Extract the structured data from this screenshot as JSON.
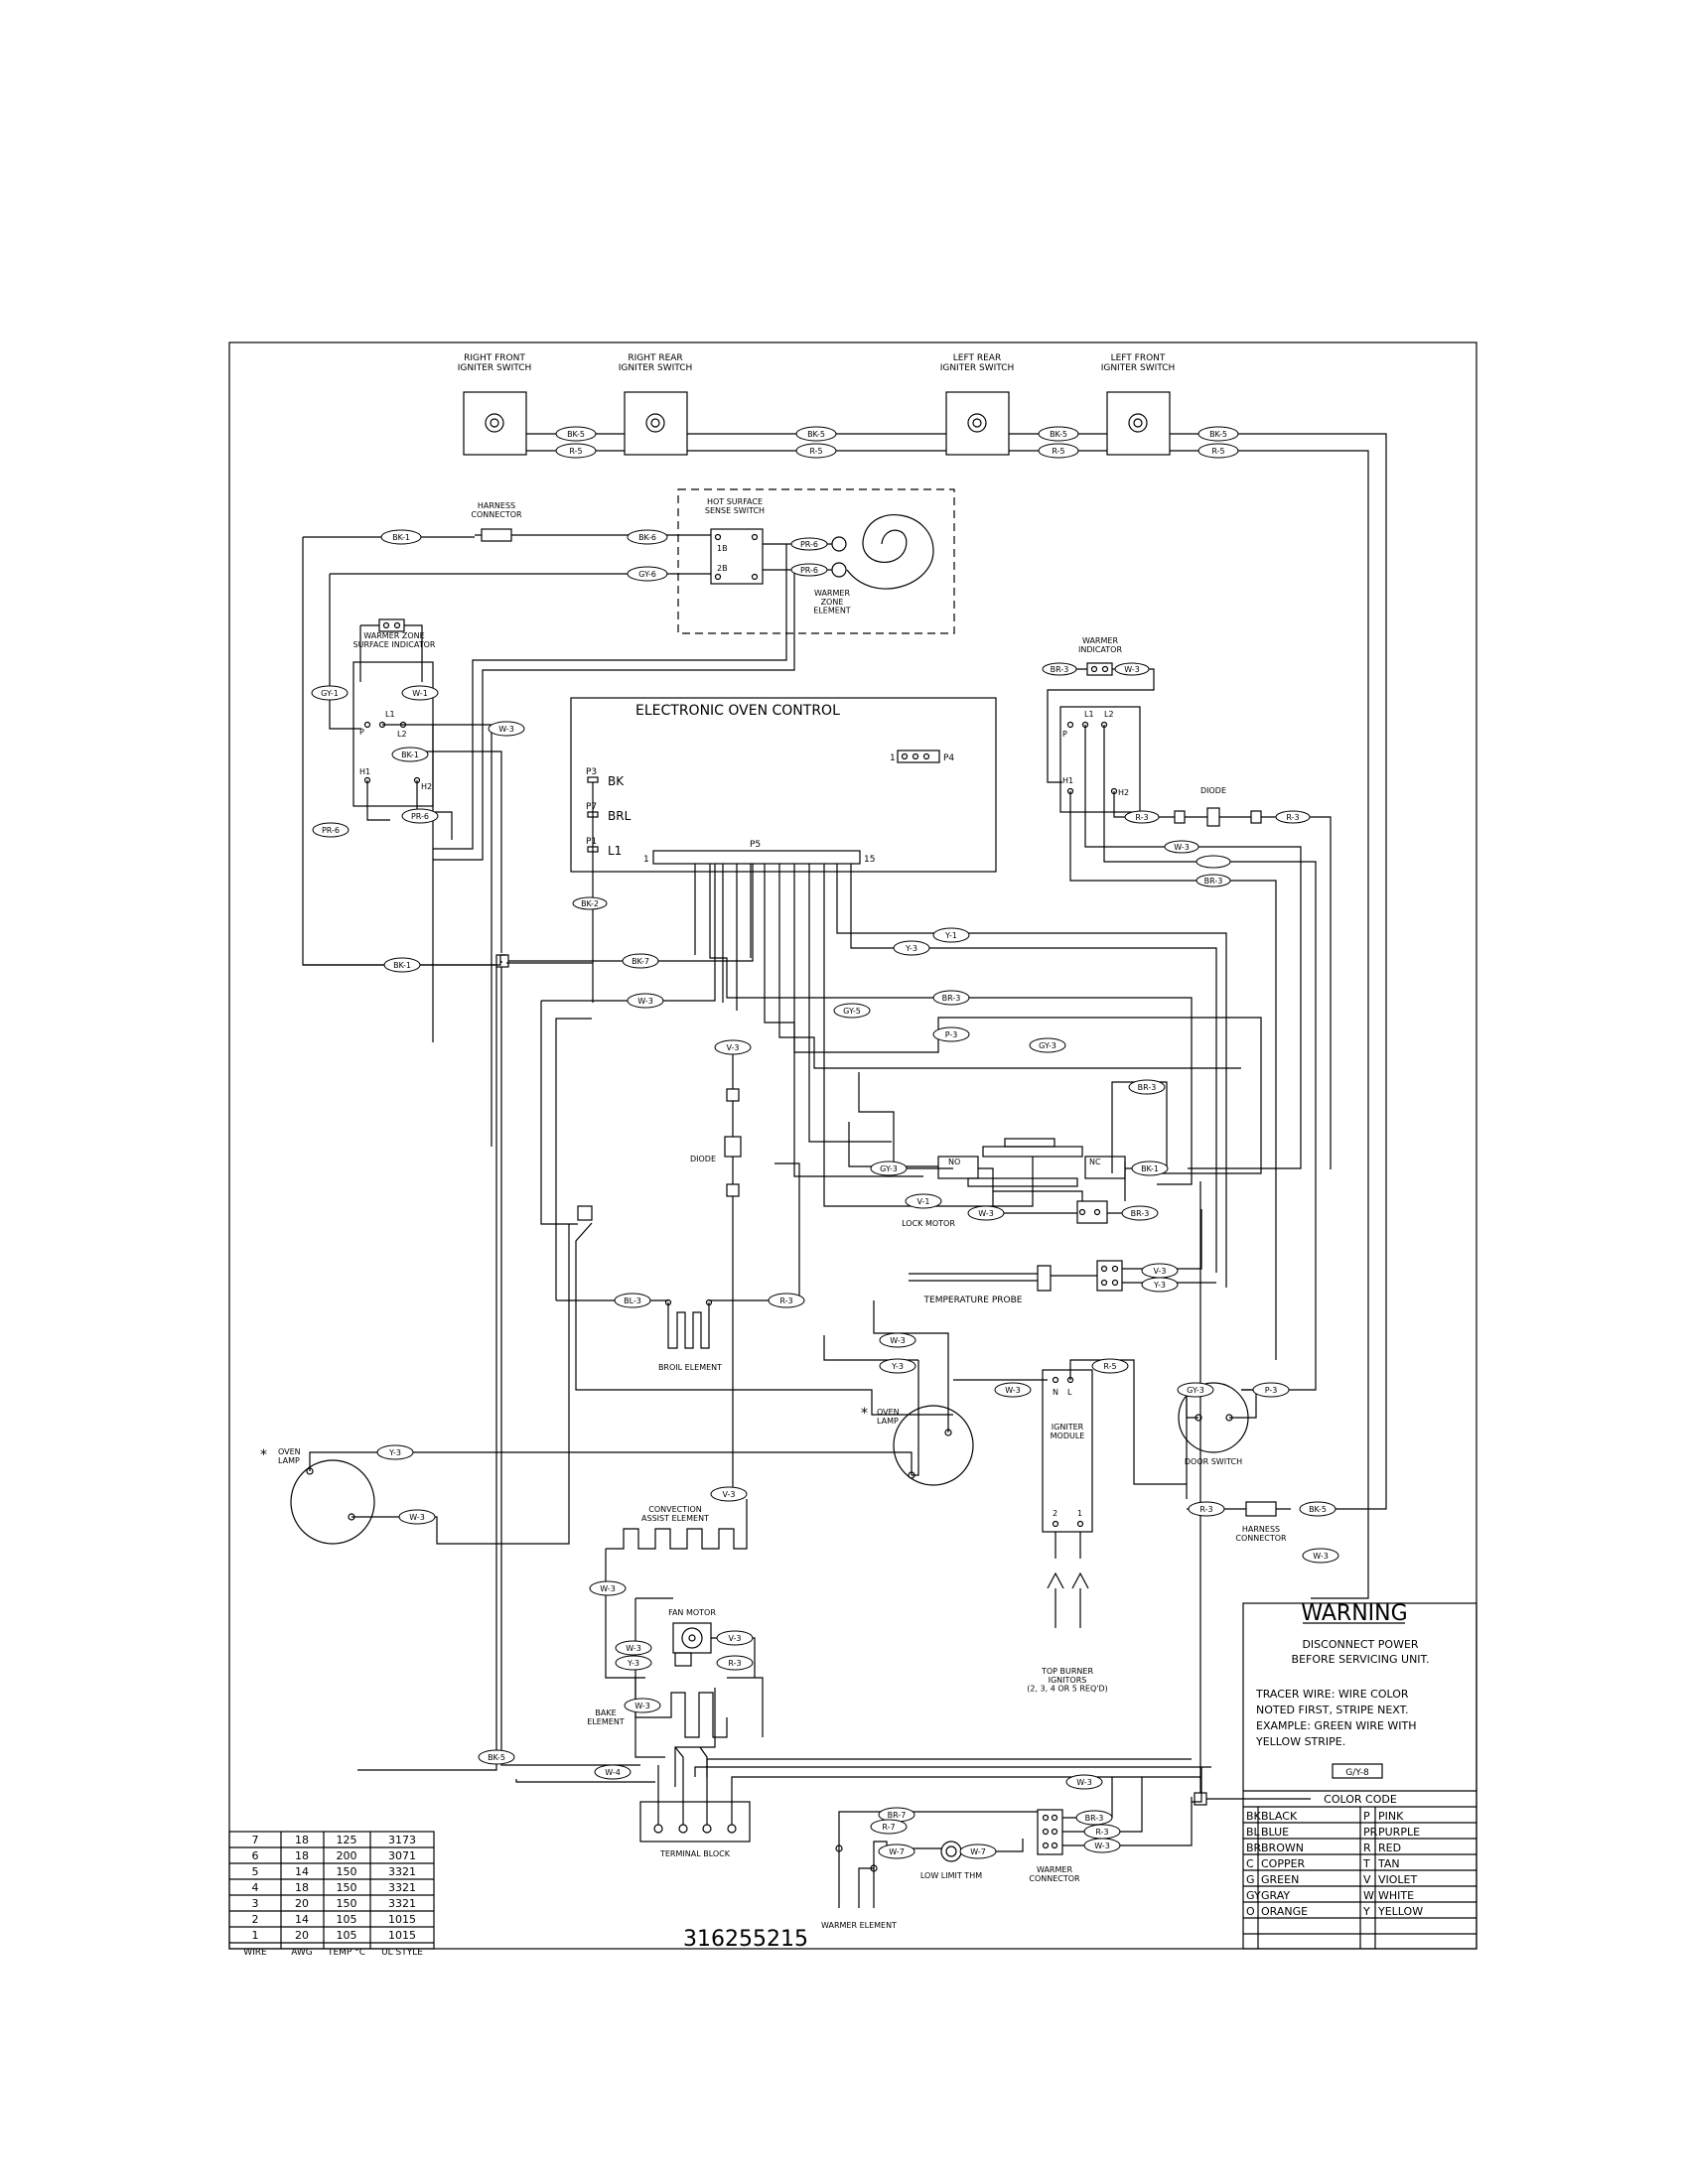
{
  "components": {
    "rf_igniter": "RIGHT FRONT\nIGNITER SWITCH",
    "rr_igniter": "RIGHT REAR\nIGNITER SWITCH",
    "lr_igniter": "LEFT REAR\nIGNITER SWITCH",
    "lf_igniter": "LEFT FRONT\nIGNITER SWITCH",
    "harness_top": "HARNESS\nCONNECTOR",
    "hot_surface": "HOT SURFACE\nSENSE SWITCH",
    "warmer_zone_el": "WARMER\nZONE\nELEMENT",
    "warmer_zone_ind": "WARMER ZONE\nSURFACE INDICATOR",
    "warmer_indicator": "WARMER\nINDICATOR",
    "eoc": "ELECTRONIC OVEN CONTROL",
    "diode_right": "DIODE",
    "diode_center": "DIODE",
    "lock_motor": "LOCK MOTOR",
    "temp_probe": "TEMPERATURE PROBE",
    "broil": "BROIL ELEMENT",
    "oven_lamp_left": "OVEN\nLAMP",
    "oven_lamp_right": "OVEN\nLAMP",
    "igniter_module": "IGNITER\nMODULE",
    "door_switch": "DOOR SWITCH",
    "harness_right": "HARNESS\nCONNECTOR",
    "convection": "CONVECTION\nASSIST ELEMENT",
    "fan_motor": "FAN MOTOR",
    "bake": "BAKE\nELEMENT",
    "top_burner": "TOP BURNER\nIGNITORS\n(2, 3, 4 OR 5 REQ'D)",
    "terminal_block": "TERMINAL BLOCK",
    "warmer_element": "WARMER ELEMENT",
    "low_limit": "LOW LIMIT THM",
    "warmer_connector": "WARMER\nCONNECTOR"
  },
  "pins": {
    "p3": "P3",
    "p3_name": "BK",
    "p7": "P7",
    "p7_name": "BRL",
    "p1": "P1",
    "p1_name": "L1",
    "p4": "P4",
    "p4_one": "1",
    "p5": "P5",
    "p5_first": "1",
    "p5_last": "15",
    "hs_1b": "1B",
    "hs_2b": "2B",
    "ind_p": "P",
    "ind_l1": "L1",
    "ind_l2": "L2",
    "ind_h1": "H1",
    "ind_h2": "H2",
    "wi_p": "P",
    "wi_l1": "L1",
    "wi_l2": "L2",
    "wi_h1": "H1",
    "wi_h2": "H2",
    "ig_n": "N",
    "ig_l": "L",
    "ig_2": "2",
    "ig_1": "1",
    "lock_no": "NO",
    "lock_nc": "NC"
  },
  "wires": {
    "bk5": "BK-5",
    "r5": "R-5",
    "bk1": "BK-1",
    "bk6": "BK-6",
    "gy6": "GY-6",
    "pr6": "PR-6",
    "gy1": "GY-1",
    "w1": "W-1",
    "w3": "W-3",
    "bk2": "BK-2",
    "bk7": "BK-7",
    "br3": "BR-3",
    "v3": "V-3",
    "y3": "Y-3",
    "p3w": "P-3",
    "gy3": "GY-3",
    "bl3": "BL-3",
    "r3": "R-3",
    "w4": "W-4",
    "w7": "W-7",
    "br7": "BR-7",
    "r7": "R-7",
    "y1": "Y-1",
    "gy5": "GY-5",
    "v1": "V-1"
  },
  "warning": {
    "title": "WARNING",
    "line1": "DISCONNECT POWER",
    "line2": "BEFORE SERVICING UNIT.",
    "t1": "TRACER WIRE:  WIRE COLOR",
    "t2": "NOTED FIRST, STRIPE NEXT.",
    "t3": "EXAMPLE:  GREEN WIRE WITH",
    "t4": "YELLOW STRIPE.",
    "example": "G/Y-8"
  },
  "color_code": {
    "title": "COLOR CODE",
    "rows": [
      [
        "BK",
        "BLACK",
        "P",
        "PINK"
      ],
      [
        "BL",
        "BLUE",
        "PR",
        "PURPLE"
      ],
      [
        "BR",
        "BROWN",
        "R",
        "RED"
      ],
      [
        "C",
        "COPPER",
        "T",
        "TAN"
      ],
      [
        "G",
        "GREEN",
        "V",
        "VIOLET"
      ],
      [
        "GY",
        "GRAY",
        "W",
        "WHITE"
      ],
      [
        "O",
        "ORANGE",
        "Y",
        "YELLOW"
      ]
    ]
  },
  "wire_table": {
    "rows": [
      [
        "7",
        "18",
        "125",
        "3173"
      ],
      [
        "6",
        "18",
        "200",
        "3071"
      ],
      [
        "5",
        "14",
        "150",
        "3321"
      ],
      [
        "4",
        "18",
        "150",
        "3321"
      ],
      [
        "3",
        "20",
        "150",
        "3321"
      ],
      [
        "2",
        "14",
        "105",
        "1015"
      ],
      [
        "1",
        "20",
        "105",
        "1015"
      ]
    ],
    "headers": [
      "WIRE",
      "AWG",
      "TEMP °C",
      "UL STYLE"
    ]
  },
  "part_number": "316255215"
}
